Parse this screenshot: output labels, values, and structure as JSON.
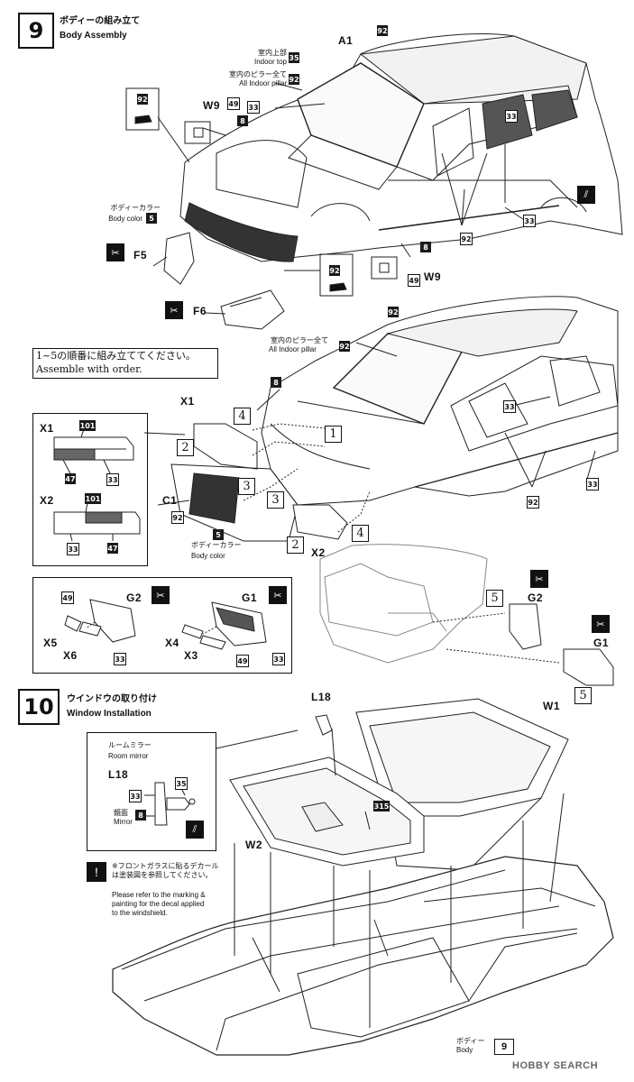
{
  "step9": {
    "number": "9",
    "title_jp": "ボディーの組み立て",
    "title_en": "Body Assembly"
  },
  "step10": {
    "number": "10",
    "title_jp": "ウインドウの取り付け",
    "title_en": "Window Installation"
  },
  "labels": {
    "a1": "A1",
    "w9": "W9",
    "f5": "F5",
    "f6": "F6",
    "x1": "X1",
    "x2": "X2",
    "c1": "C1",
    "g1": "G1",
    "g2": "G2",
    "x3": "X3",
    "x4": "X4",
    "x5": "X5",
    "x6": "X6",
    "l18": "L18",
    "w1": "W1",
    "w2": "W2"
  },
  "annotations": {
    "indoor_top_jp": "室内上部",
    "indoor_top_en": "Indoor top",
    "all_pillar_jp": "室内のピラー全て",
    "all_pillar_en": "All Indoor pillar",
    "body_color_jp": "ボディーカラー",
    "body_color_en": "Body color",
    "assemble_order_jp": "1~5の順番に組み立ててください。",
    "assemble_order_en": "Assemble with order.",
    "room_mirror_jp": "ルームミラー",
    "room_mirror_en": "Room mirror",
    "mirror_jp": "鏡面",
    "mirror_en": "Mirror",
    "note_jp": "※フロントガラスに貼るデカールは塗装図を参照してください。",
    "note_en": "Please refer to the marking & painting for the decal applied to the windshield.",
    "body_jp": "ボディー",
    "body_en": "Body"
  },
  "colors": {
    "c35": "35",
    "c92": "92",
    "c49": "49",
    "c33": "33",
    "c8": "8",
    "c5": "5",
    "c101": "101",
    "c47": "47",
    "c315": "315"
  },
  "order_steps": [
    "1",
    "2",
    "3",
    "4",
    "5"
  ],
  "watermark": "HOBBY SEARCH"
}
